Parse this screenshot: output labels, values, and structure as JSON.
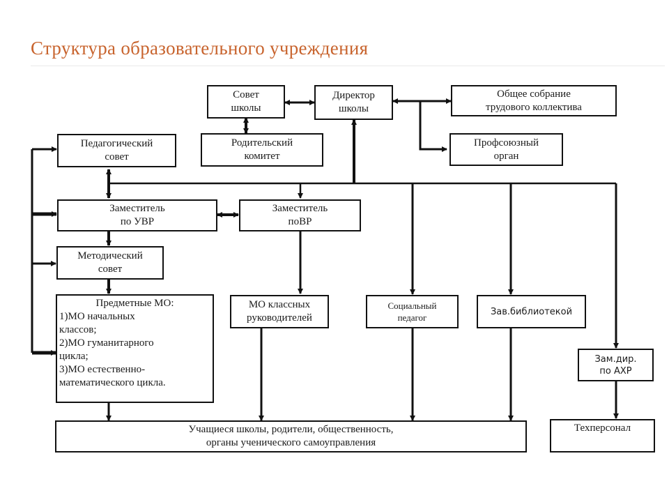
{
  "title": "Структура образовательного учреждения",
  "nodes": {
    "school_council": "Совет\nшколы",
    "director": "Директор\nшколы",
    "general_meeting": "Общее собрание\nтрудового коллектива",
    "parent_committee": "Родительский\nкомитет",
    "trade_union": "Профсоюзный\nорган",
    "pedagogical_council": "Педагогический\nсовет",
    "deputy_uvr": "Заместитель\nпо УВР",
    "deputy_vr": "Заместитель\nпоВР",
    "methodical_council": "Методический\nсовет",
    "subject_mo": {
      "heading": "Предметные МО:",
      "body": "1)МО начальных\nклассов;\n2)МО гуманитарного\nцикла;\n3)МО естественно-\nматематического цикла."
    },
    "class_teachers_mo": "МО классных\nруководителей",
    "social_pedagogue": "Социальный\nпедагог",
    "librarian": "Зав.библиотекой",
    "deputy_ahr": "Зам.дир.\nпо  АХР",
    "students": "Учащиеся школы, родители, общественность,\nорганы ученического самоуправления",
    "tech_staff": "Техперсонал"
  },
  "colors": {
    "title": "#c8642e",
    "lines": "#111111"
  }
}
